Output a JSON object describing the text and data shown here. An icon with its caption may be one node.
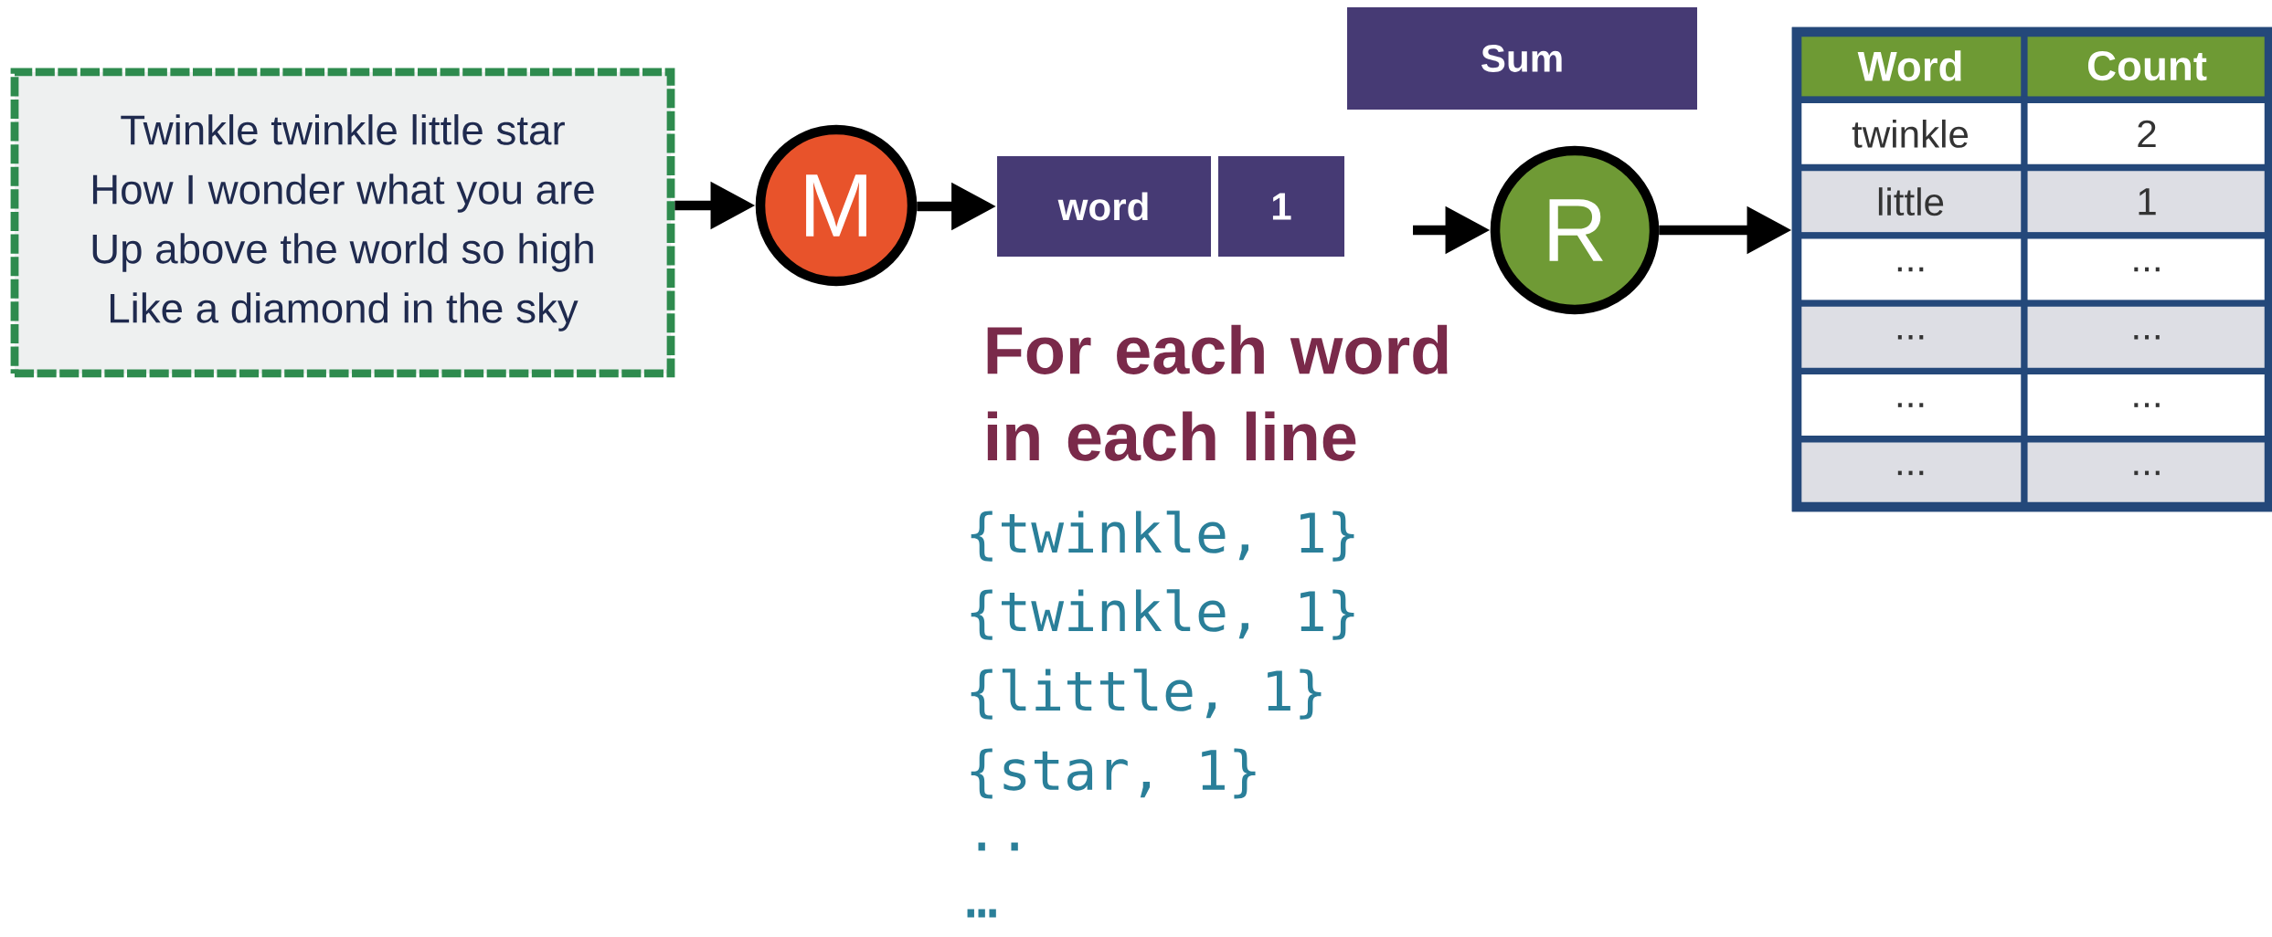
{
  "diagram": {
    "nodes": [
      {
        "text": [
          "Twinkle twinkle little star",
          "How I wonder what you are",
          "Up above the world so high",
          "Like a diamond in the sky"
        ]
      },
      {
        "text": [
          "M"
        ]
      },
      {
        "text": [
          "word"
        ]
      },
      {
        "text": [
          "1"
        ]
      },
      {
        "text": [
          "Sum"
        ]
      },
      {
        "text": [
          "R"
        ]
      },
      {
        "text": [
          "Word",
          "Count",
          "twinkle",
          "2",
          "little",
          "1",
          "...",
          "...",
          "...",
          "...",
          "...",
          "...",
          "...",
          "..."
        ]
      }
    ],
    "edges": [
      {
        "from": 0,
        "to": 1,
        "arrow": "to"
      },
      {
        "from": 1,
        "to": 2,
        "arrow": "to"
      },
      {
        "from": null,
        "to": 5,
        "arrow": "to"
      },
      {
        "from": 5,
        "to": 6,
        "arrow": "to"
      }
    ],
    "labels": [
      "For each word in each line",
      "{twinkle, 1}",
      "{twinkle, 1}",
      "{little, 1}",
      "{star, 1}",
      "..",
      "…"
    ]
  }
}
